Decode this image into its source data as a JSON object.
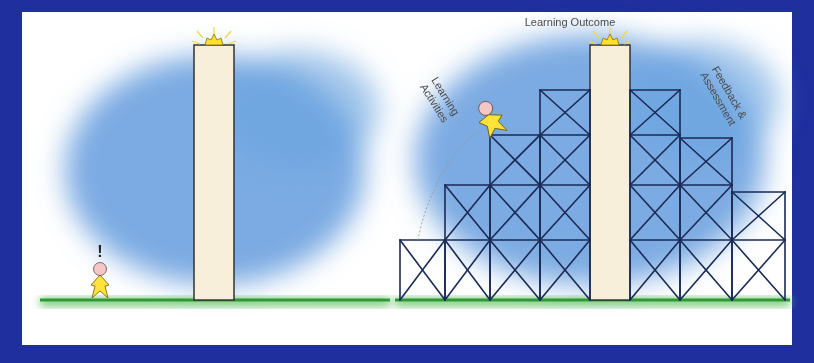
{
  "diagram": {
    "labels": [
      "Learning Outcome",
      "Learning Activities",
      "Feedback & Assessment",
      "!"
    ]
  }
}
